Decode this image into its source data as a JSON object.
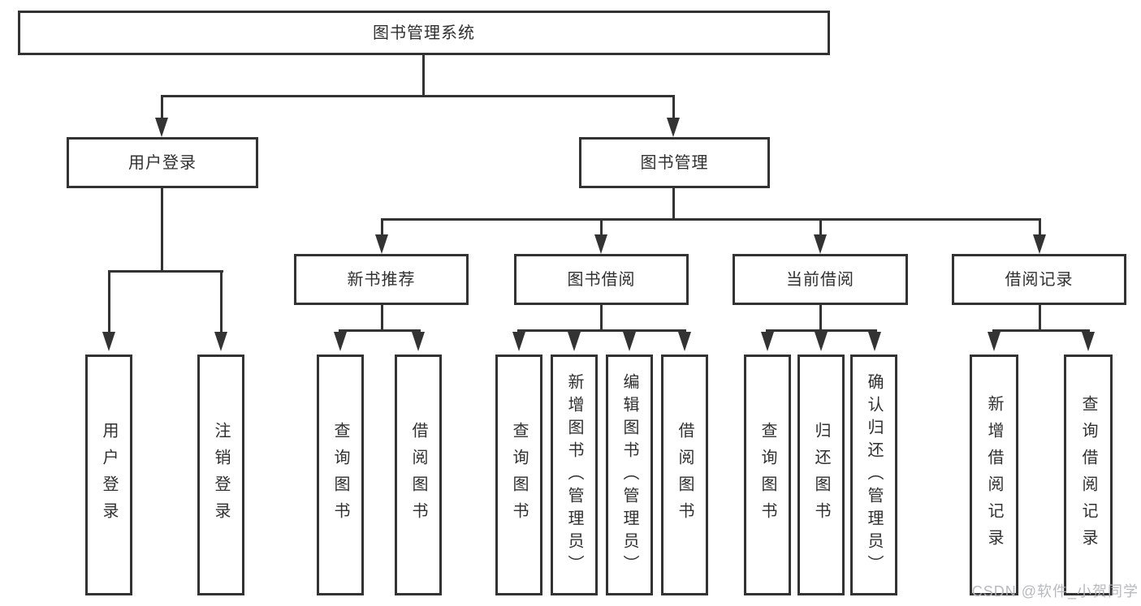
{
  "diagram": {
    "root": "图书管理系统",
    "level2": {
      "user_login": "用户登录",
      "book_management": "图书管理"
    },
    "user_login_children": {
      "login": "用户登录",
      "logout": "注销登录"
    },
    "book_management_children": {
      "new_book_recommend": "新书推荐",
      "book_borrow": "图书借阅",
      "current_borrow": "当前借阅",
      "borrow_record": "借阅记录"
    },
    "new_book_recommend_children": {
      "query_books": "查询图书",
      "borrow_books": "借阅图书"
    },
    "book_borrow_children": {
      "query_books": "查询图书",
      "add_books_admin": "新增图书（管理员）",
      "edit_books_admin": "编辑图书（管理员）",
      "borrow_books": "借阅图书"
    },
    "current_borrow_children": {
      "query_books": "查询图书",
      "return_books": "归还图书",
      "confirm_return_admin": "确认归还（管理员）"
    },
    "borrow_record_children": {
      "add_borrow_record": "新增借阅记录",
      "query_borrow_record": "查询借阅记录"
    }
  },
  "watermark": "CSDN @软件_小贺同学",
  "colors": {
    "line": "#333333",
    "box_border": "#333333",
    "box_background": "#ffffff",
    "text": "#303030",
    "watermark": "#b2b6bb",
    "page_background": "#ffffff"
  }
}
